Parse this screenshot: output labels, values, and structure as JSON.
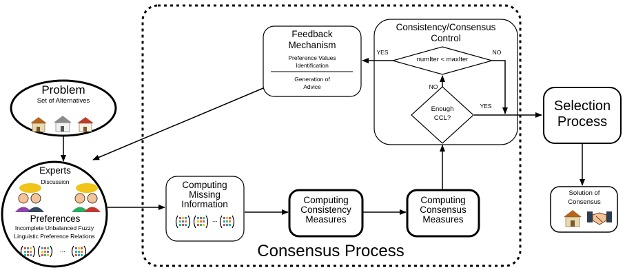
{
  "problem": {
    "title": "Problem",
    "subtitle": "Set of Alternatives"
  },
  "experts": {
    "title": "Experts",
    "discussion": "Discussion",
    "preferences": "Preferences",
    "relations_line1": "Incomplete Unbalanced Fuzzy",
    "relations_line2": "Linguistic Preference Relations"
  },
  "feedback": {
    "title_line1": "Feedback",
    "title_line2": "Mechanism",
    "item1_line1": "Preference Values",
    "item1_line2": "Identification",
    "item2_line1": "Generation of",
    "item2_line2": "Advice"
  },
  "control": {
    "title_line1": "Consistency/Consensus",
    "title_line2": "Control",
    "decision1": "numIter < maxIter",
    "decision2_line1": "Enough",
    "decision2_line2": "CCL?",
    "yes": "YES",
    "no": "NO"
  },
  "missing": {
    "line1": "Computing",
    "line2": "Missing",
    "line3": "Information"
  },
  "consistency": {
    "line1": "Computing",
    "line2": "Consistency",
    "line3": "Measures"
  },
  "consensus": {
    "line1": "Computing",
    "line2": "Consensus",
    "line3": "Measures"
  },
  "selection": {
    "line1": "Selection",
    "line2": "Process"
  },
  "solution": {
    "line1": "Solution of",
    "line2": "Consensus"
  },
  "process_label": "Consensus Process",
  "matrix_ellipsis": "...",
  "colors": {
    "stroke": "#000000",
    "house_roof": "#b5651d",
    "house_wall": "#e8d9b0"
  },
  "icons": [
    "house-icon",
    "expert-avatar-icon",
    "preference-matrix-icon",
    "handshake-icon"
  ]
}
